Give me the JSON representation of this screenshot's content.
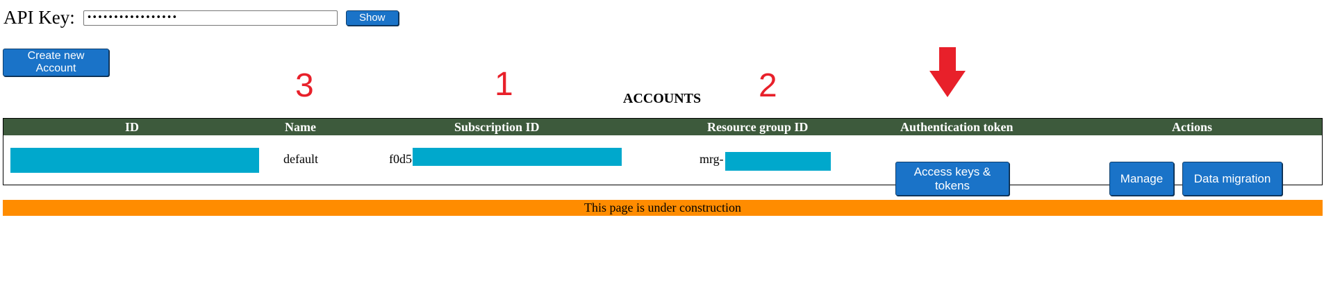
{
  "api_key": {
    "label": "API Key:",
    "value": "•••••••••••••••••",
    "show_label": "Show"
  },
  "create_account_label": "Create new Account",
  "annotations": {
    "one": "1",
    "two": "2",
    "three": "3",
    "arrow_color": "#e8202a"
  },
  "accounts": {
    "title": "ACCOUNTS",
    "headers": {
      "id": "ID",
      "name": "Name",
      "subscription": "Subscription ID",
      "resource_group": "Resource group ID",
      "auth_token": "Authentication token",
      "actions": "Actions"
    },
    "row": {
      "name": "default",
      "subscription_prefix": "f0d5",
      "resource_group_prefix": "mrg-",
      "access_label": "Access keys & tokens",
      "manage_label": "Manage",
      "migration_label": "Data migration"
    }
  },
  "footer_banner": "This page is under construction",
  "colors": {
    "header_bg": "#3d5a3c",
    "button_bg": "#1a73c8",
    "banner_bg": "#ff8c00",
    "redaction": "#00a8cc"
  }
}
